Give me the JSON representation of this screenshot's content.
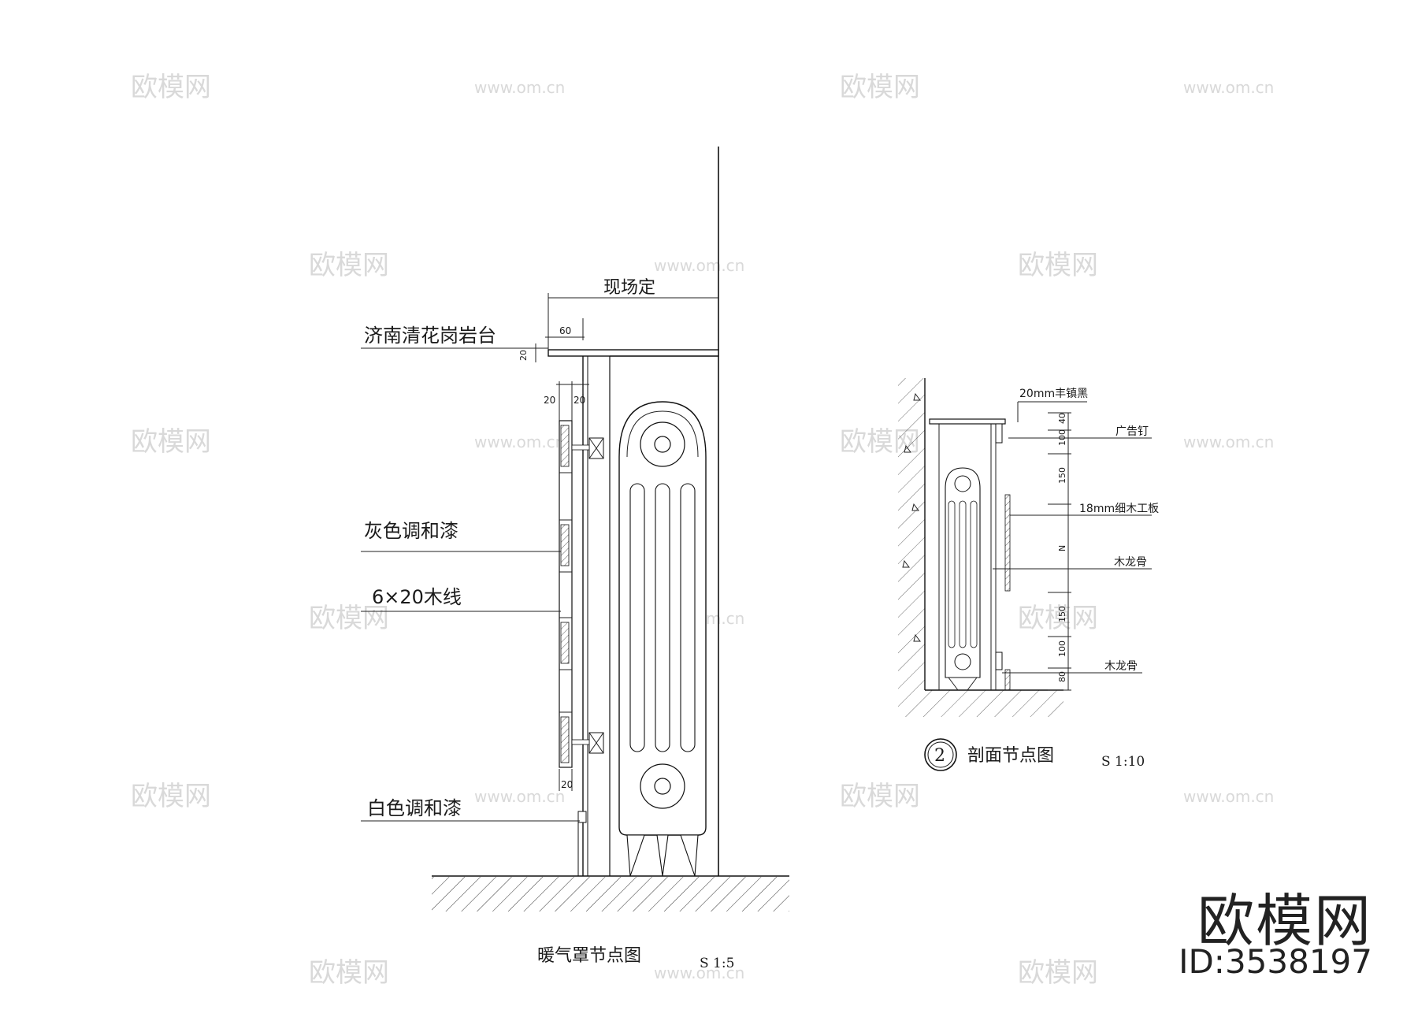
{
  "watermarks": {
    "logo_text": "欧模网",
    "url_text": "www.om.cn"
  },
  "left_detail": {
    "dim_site": "现场定",
    "dim_60": "60",
    "dim_20_a": "20",
    "dim_20_b": "20",
    "dim_20_c": "20",
    "dim_20_d": "20",
    "label_granite": "济南清花岗岩台",
    "label_grey_paint": "灰色调和漆",
    "label_wood_strip": "6×20木线",
    "label_white_paint": "白色调和漆",
    "title": "暖气罩节点图",
    "scale": "S 1:5"
  },
  "right_detail": {
    "label_dark_steel": "20mm丰镇黑",
    "label_nail": "广告钉",
    "label_board": "18mm细木工板",
    "label_keel_1": "木龙骨",
    "label_keel_2": "木龙骨",
    "dims": [
      "40",
      "100",
      "150",
      "N",
      "150",
      "100",
      "80"
    ],
    "section_no": "2",
    "title": "剖面节点图",
    "scale": "S 1:10"
  },
  "brand": {
    "name": "欧模网",
    "id_text": "ID:3538197"
  }
}
